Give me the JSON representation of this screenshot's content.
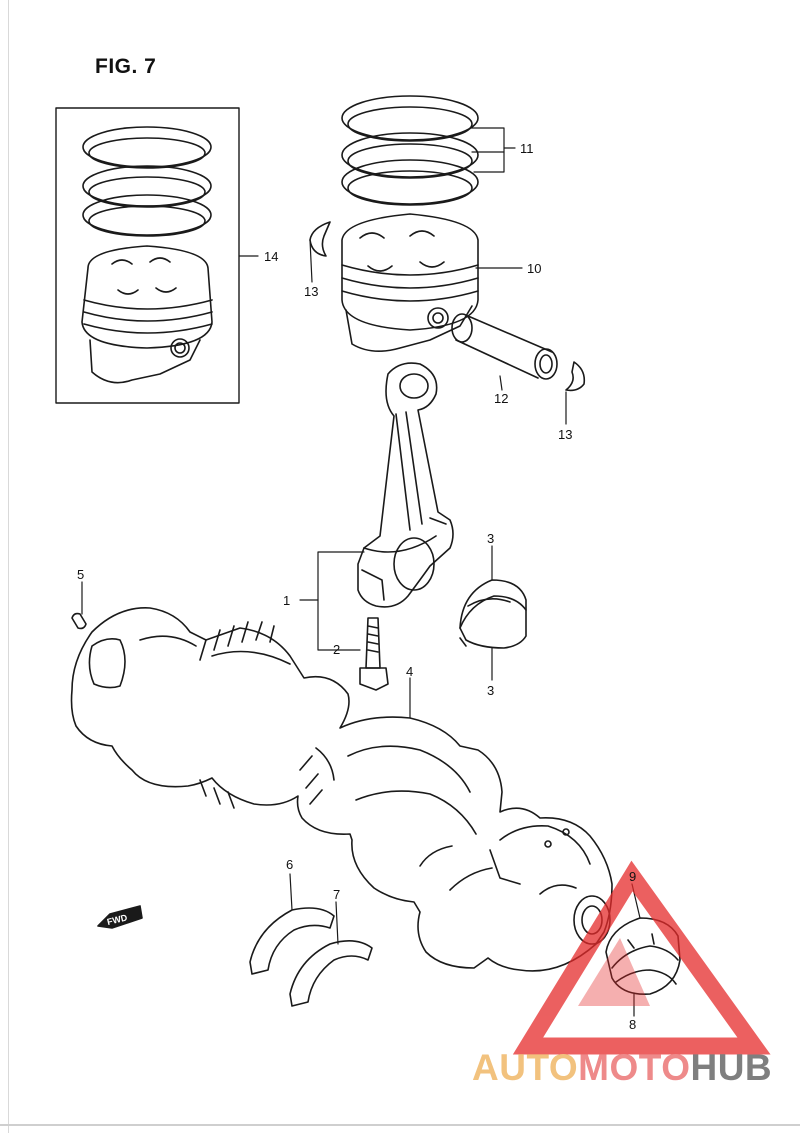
{
  "figure": {
    "title": "FIG. 7"
  },
  "callouts": {
    "c1": "1",
    "c2": "2",
    "c3a": "3",
    "c3b": "3",
    "c4": "4",
    "c5": "5",
    "c6": "6",
    "c7": "7",
    "c8": "8",
    "c9": "9",
    "c10": "10",
    "c11": "11",
    "c12": "12",
    "c13a": "13",
    "c13b": "13",
    "c14": "14"
  },
  "direction_tag": "FWD",
  "watermark": {
    "part1": "AUTO",
    "part2": "MOTO",
    "part3": "HUB"
  },
  "colors": {
    "line": "#1a1a1a",
    "watermark_red": "#e52b2b",
    "watermark_orange": "#f2c27e",
    "watermark_gray": "#7f7f7f"
  }
}
